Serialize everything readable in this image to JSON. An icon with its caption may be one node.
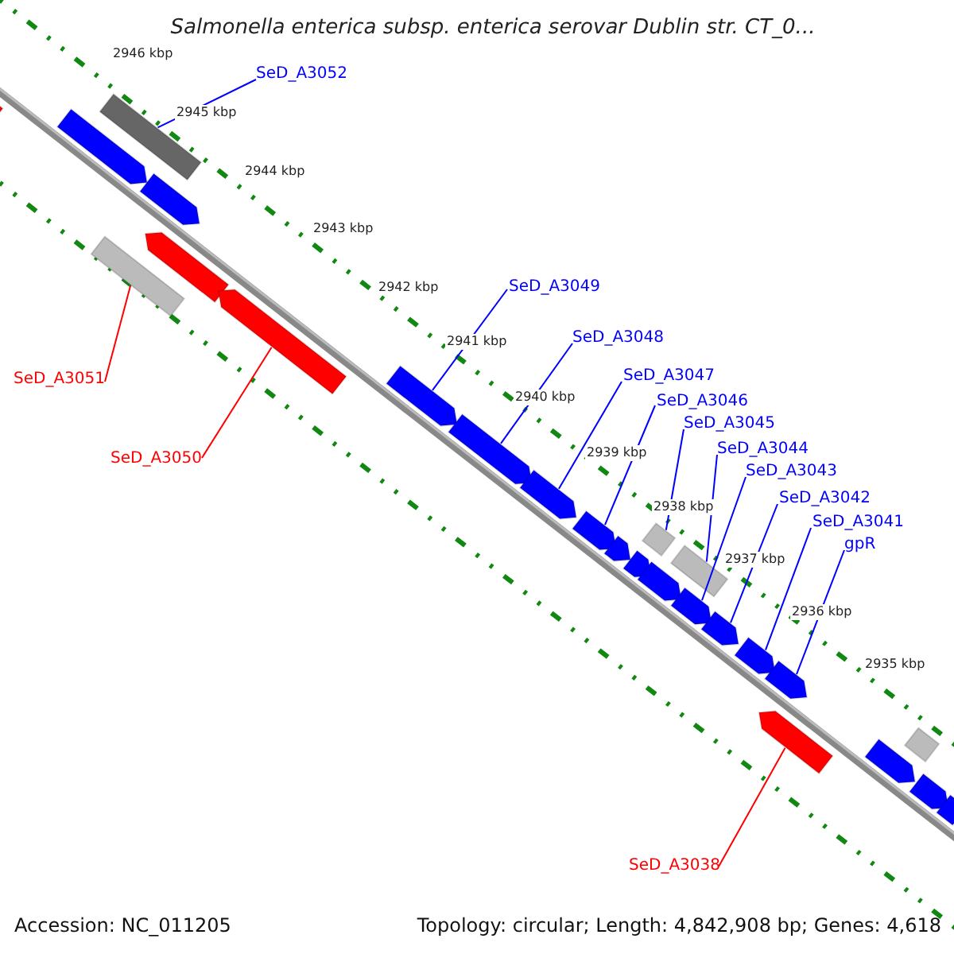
{
  "diagram": {
    "title": "Salmonella enterica subsp. enterica serovar Dublin str. CT_0...",
    "nodes": [
      {
        "text": [
          "SeD_A3052"
        ]
      },
      {
        "text": [
          "SeD_A3049"
        ]
      },
      {
        "text": [
          "SeD_A3048"
        ]
      },
      {
        "text": [
          "SeD_A3047"
        ]
      },
      {
        "text": [
          "SeD_A3046"
        ]
      },
      {
        "text": [
          "SeD_A3045"
        ]
      },
      {
        "text": [
          "SeD_A3044"
        ]
      },
      {
        "text": [
          "SeD_A3043"
        ]
      },
      {
        "text": [
          "SeD_A3042"
        ]
      },
      {
        "text": [
          "SeD_A3041"
        ]
      },
      {
        "text": [
          "gpR"
        ]
      },
      {
        "text": [
          "SeD_A3051"
        ]
      },
      {
        "text": [
          "SeD_A3050"
        ]
      },
      {
        "text": [
          "SeD_A3038"
        ]
      },
      {
        "text": [],
        "shape": "bar"
      },
      {
        "text": [],
        "shape": "bar"
      },
      {
        "text": [],
        "shape": "box"
      },
      {
        "text": [],
        "shape": "bar"
      },
      {
        "text": [],
        "shape": "box"
      },
      {
        "text": [],
        "shape": "bar"
      },
      {
        "text": [],
        "shape": "bar"
      },
      {
        "text": [],
        "shape": "bar"
      },
      {
        "text": [],
        "shape": "bar"
      },
      {
        "text": [],
        "shape": "bar"
      },
      {
        "text": [],
        "shape": "bar"
      },
      {
        "text": [],
        "shape": "bar"
      },
      {
        "text": [],
        "shape": "box"
      },
      {
        "text": [],
        "shape": "bar"
      },
      {
        "text": [],
        "shape": "bar"
      },
      {
        "text": [],
        "shape": "box"
      },
      {
        "text": [],
        "shape": "bar"
      },
      {
        "text": [],
        "shape": "bar"
      },
      {
        "text": [],
        "shape": "bar"
      },
      {
        "text": [],
        "shape": "bar"
      },
      {
        "text": [],
        "shape": "bar"
      },
      {
        "text": [],
        "shape": "bar"
      },
      {
        "text": [],
        "shape": "box"
      },
      {
        "text": [],
        "shape": "bar"
      },
      {
        "text": [],
        "shape": "bar"
      }
    ],
    "edges": [
      {
        "from": 0,
        "to": 16,
        "arrow": "none"
      },
      {
        "from": 1,
        "to": 21,
        "arrow": "none"
      },
      {
        "from": 2,
        "to": 22,
        "arrow": "none"
      },
      {
        "from": 3,
        "to": 23,
        "arrow": "none"
      },
      {
        "from": 4,
        "to": 24,
        "arrow": "none"
      },
      {
        "from": 5,
        "to": 26,
        "arrow": "none"
      },
      {
        "from": 6,
        "to": 29,
        "arrow": "none"
      },
      {
        "from": 7,
        "to": 30,
        "arrow": "none"
      },
      {
        "from": 8,
        "to": 31,
        "arrow": "none"
      },
      {
        "from": 9,
        "to": 32,
        "arrow": "none"
      },
      {
        "from": 10,
        "to": 33,
        "arrow": "none"
      },
      {
        "from": 11,
        "to": 18,
        "arrow": "none",
        "color": "#ff0000"
      },
      {
        "from": 12,
        "to": 20,
        "arrow": "none",
        "color": "#ff0000"
      },
      {
        "from": 13,
        "to": 34,
        "arrow": "none",
        "color": "#ff0000"
      }
    ],
    "labels": [
      "2946 kbp",
      "2945 kbp",
      "2944 kbp",
      "2943 kbp",
      "2942 kbp",
      "2941 kbp",
      "2940 kbp",
      "2939 kbp",
      "2938 kbp",
      "2937 kbp",
      "2936 kbp",
      "2935 kbp",
      "Accession: NC_011205",
      "Topology: circular; Length: 4,842,908 bp; Genes: 4,618"
    ]
  }
}
